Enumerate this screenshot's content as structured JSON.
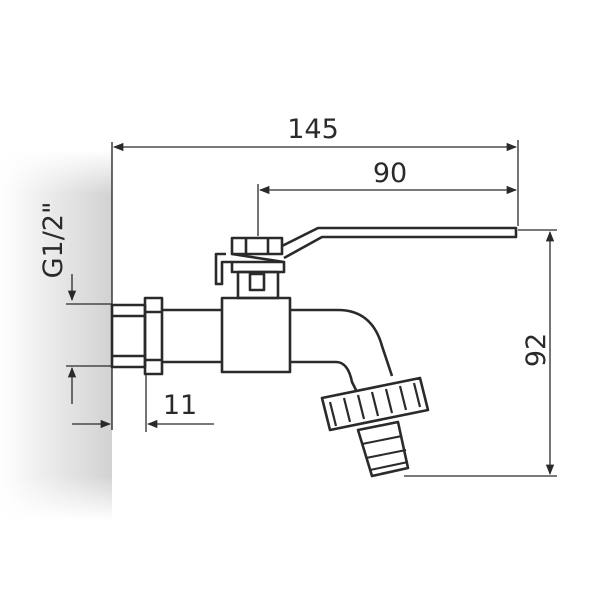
{
  "dimensions": {
    "overall_length": "145",
    "handle_offset": "90",
    "height": "92",
    "thread_size": "G1/2\"",
    "thread_length": "11"
  },
  "colors": {
    "line": "#2a2a2a",
    "wall_shade": "#dcdcdc",
    "background": "#ffffff"
  }
}
